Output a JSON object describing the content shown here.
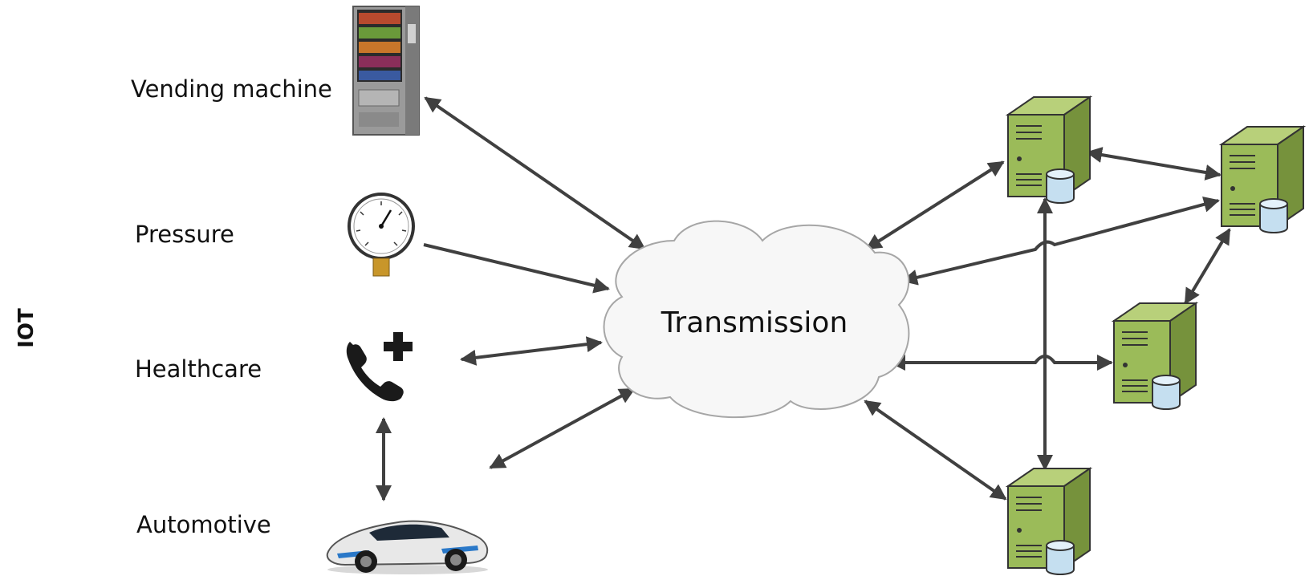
{
  "side_label": "IOT",
  "devices": [
    {
      "name": "vending-machine",
      "label": "Vending machine",
      "icon": "vending-machine-icon"
    },
    {
      "name": "pressure",
      "label": "Pressure",
      "icon": "pressure-gauge-icon"
    },
    {
      "name": "healthcare",
      "label": "Healthcare",
      "icon": "phone-plus-icon"
    },
    {
      "name": "automotive",
      "label": "Automotive",
      "icon": "car-icon"
    }
  ],
  "hub": {
    "label": "Transmission",
    "icon": "cloud-icon"
  },
  "servers": {
    "icon": "server-database-icon",
    "count": 4
  },
  "colors": {
    "arrow": "#404040",
    "server_body": "#9bbb59",
    "server_side": "#76923c",
    "database": "#c5dff0",
    "cloud_fill": "#f7f7f7",
    "cloud_stroke": "#a6a6a6"
  }
}
